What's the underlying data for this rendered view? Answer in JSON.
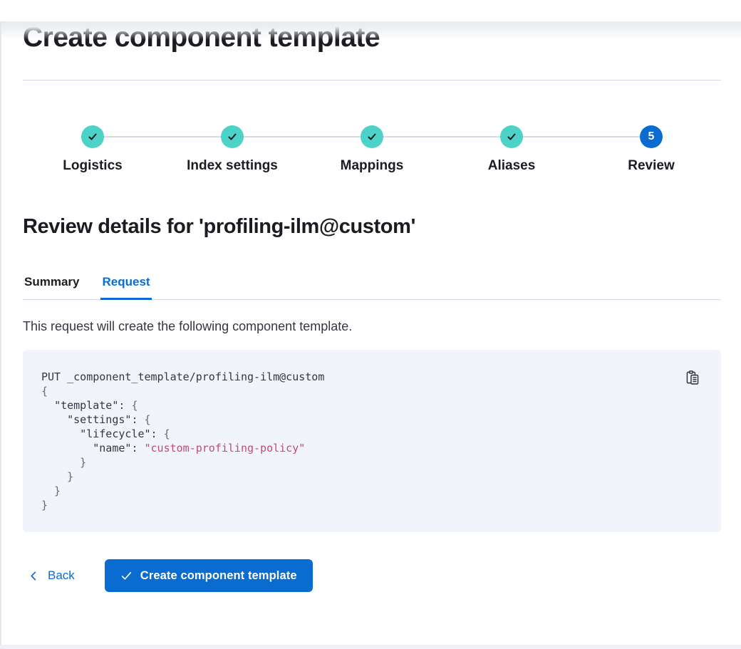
{
  "page": {
    "title": "Create component template"
  },
  "stepper": {
    "steps": [
      {
        "id": "logistics",
        "label": "Logistics",
        "status": "complete"
      },
      {
        "id": "index-settings",
        "label": "Index settings",
        "status": "complete"
      },
      {
        "id": "mappings",
        "label": "Mappings",
        "status": "complete"
      },
      {
        "id": "aliases",
        "label": "Aliases",
        "status": "complete"
      },
      {
        "id": "review",
        "label": "Review",
        "status": "current",
        "number": "5"
      }
    ]
  },
  "review": {
    "heading": "Review details for 'profiling-ilm@custom'",
    "tabs": [
      {
        "id": "summary",
        "label": "Summary",
        "active": false
      },
      {
        "id": "request",
        "label": "Request",
        "active": true
      }
    ],
    "description": "This request will create the following component template."
  },
  "code_block": {
    "copy_icon": "copy-clipboard-icon",
    "lines": [
      [
        {
          "text": "PUT _component_template/profiling-ilm@custom",
          "style": "plain"
        }
      ],
      [
        {
          "text": "{",
          "style": "punct"
        }
      ],
      [
        {
          "text": "  ",
          "style": "plain"
        },
        {
          "text": "\"template\"",
          "style": "key"
        },
        {
          "text": ": ",
          "style": "plain"
        },
        {
          "text": "{",
          "style": "punct"
        }
      ],
      [
        {
          "text": "    ",
          "style": "plain"
        },
        {
          "text": "\"settings\"",
          "style": "key"
        },
        {
          "text": ": ",
          "style": "plain"
        },
        {
          "text": "{",
          "style": "punct"
        }
      ],
      [
        {
          "text": "      ",
          "style": "plain"
        },
        {
          "text": "\"lifecycle\"",
          "style": "key"
        },
        {
          "text": ": ",
          "style": "plain"
        },
        {
          "text": "{",
          "style": "punct"
        }
      ],
      [
        {
          "text": "        ",
          "style": "plain"
        },
        {
          "text": "\"name\"",
          "style": "key"
        },
        {
          "text": ": ",
          "style": "plain"
        },
        {
          "text": "\"custom-profiling-policy\"",
          "style": "string"
        }
      ],
      [
        {
          "text": "      }",
          "style": "punct"
        }
      ],
      [
        {
          "text": "    }",
          "style": "punct"
        }
      ],
      [
        {
          "text": "  }",
          "style": "punct"
        }
      ],
      [
        {
          "text": "}",
          "style": "punct"
        }
      ]
    ]
  },
  "footer": {
    "back_label": "Back",
    "create_label": "Create component template"
  },
  "colors": {
    "primary": "#0A6CD0",
    "success_fill": "#4CD2C6",
    "check_on_success": "#0F1B26",
    "code_bg": "#F1F4FA",
    "code_text": "#343741",
    "code_punct": "#646A77",
    "code_string": "#BD4C78",
    "divider": "#D3DAE6",
    "heading_text": "#1A1C21",
    "body_text": "#343741"
  }
}
